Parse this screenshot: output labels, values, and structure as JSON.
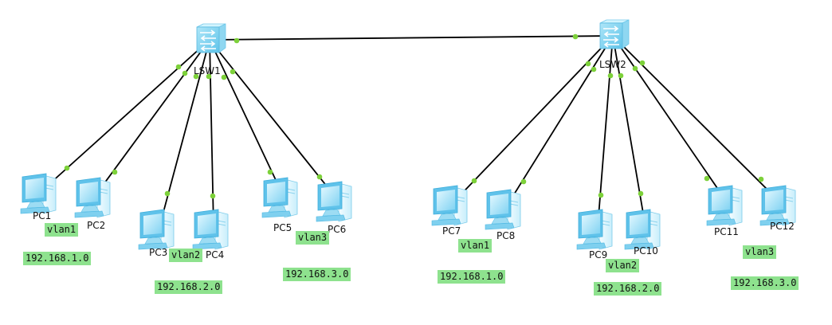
{
  "colors": {
    "link": "#000000",
    "port": "#7dd13a",
    "tag_bg": "#8ee28e"
  },
  "icons": {
    "switch": "switch-icon",
    "pc": "pc-icon"
  },
  "switches": [
    {
      "id": "sw1",
      "name": "LSW1"
    },
    {
      "id": "sw2",
      "name": "LSW2"
    }
  ],
  "pcs": [
    {
      "id": "pc1",
      "name": "PC1"
    },
    {
      "id": "pc2",
      "name": "PC2"
    },
    {
      "id": "pc3",
      "name": "PC3"
    },
    {
      "id": "pc4",
      "name": "PC4"
    },
    {
      "id": "pc5",
      "name": "PC5"
    },
    {
      "id": "pc6",
      "name": "PC6"
    },
    {
      "id": "pc7",
      "name": "PC7"
    },
    {
      "id": "pc8",
      "name": "PC8"
    },
    {
      "id": "pc9",
      "name": "PC9"
    },
    {
      "id": "pc10",
      "name": "PC10"
    },
    {
      "id": "pc11",
      "name": "PC11"
    },
    {
      "id": "pc12",
      "name": "PC12"
    }
  ],
  "links": [
    [
      "sw1",
      "sw2"
    ],
    [
      "sw1",
      "pc1"
    ],
    [
      "sw1",
      "pc2"
    ],
    [
      "sw1",
      "pc3"
    ],
    [
      "sw1",
      "pc4"
    ],
    [
      "sw1",
      "pc5"
    ],
    [
      "sw1",
      "pc6"
    ],
    [
      "sw2",
      "pc7"
    ],
    [
      "sw2",
      "pc8"
    ],
    [
      "sw2",
      "pc9"
    ],
    [
      "sw2",
      "pc10"
    ],
    [
      "sw2",
      "pc11"
    ],
    [
      "sw2",
      "pc12"
    ]
  ],
  "annotations": [
    {
      "id": "vlan1-left",
      "text": "vlan1"
    },
    {
      "id": "net1-left",
      "text": "192.168.1.0"
    },
    {
      "id": "vlan2-left",
      "text": "vlan2"
    },
    {
      "id": "net2-left",
      "text": "192.168.2.0"
    },
    {
      "id": "vlan3-left",
      "text": "vlan3"
    },
    {
      "id": "net3-left",
      "text": "192.168.3.0"
    },
    {
      "id": "vlan1-right",
      "text": "vlan1"
    },
    {
      "id": "net1-right",
      "text": "192.168.1.0"
    },
    {
      "id": "vlan2-right",
      "text": "vlan2"
    },
    {
      "id": "net2-right",
      "text": "192.168.2.0"
    },
    {
      "id": "vlan3-right",
      "text": "vlan3"
    },
    {
      "id": "net3-right",
      "text": "192.168.3.0"
    }
  ]
}
